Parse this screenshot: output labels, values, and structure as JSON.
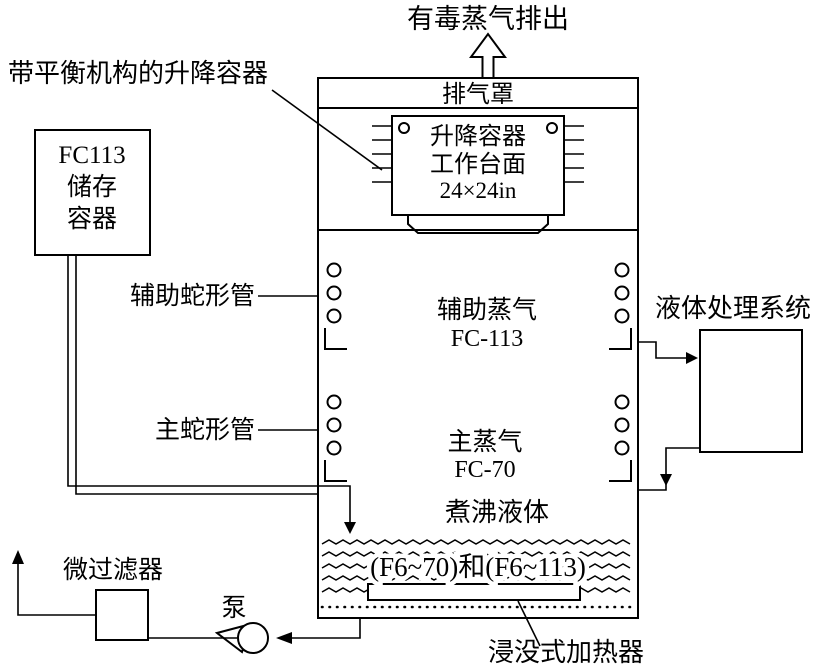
{
  "diagram": {
    "exhaust_out": "有毒蒸气排出",
    "exhaust_hood": "排气罩",
    "lift_callout": "带平衡机构的升降容器",
    "lift_container": {
      "line1": "升降容器",
      "line2": "工作台面",
      "line3": "24×24in"
    },
    "storage": {
      "line1": "FC113",
      "line2": "储存",
      "line3": "容器"
    },
    "aux_coil_label": "辅助蛇形管",
    "aux_vapor": {
      "line1": "辅助蒸气",
      "line2": "FC-113"
    },
    "main_coil_label": "主蛇形管",
    "main_vapor": {
      "line1": "主蒸气",
      "line2": "FC-70"
    },
    "liquid_system_label": "液体处理系统",
    "boiling_label": "煮沸液体",
    "boiling_mix": "(F6~70)和(F6~113)",
    "filter_label": "微过滤器",
    "pump_label": "泵",
    "heater_label": "浸没式加热器"
  },
  "colors": {
    "ink": "#000000",
    "paper": "#ffffff"
  }
}
